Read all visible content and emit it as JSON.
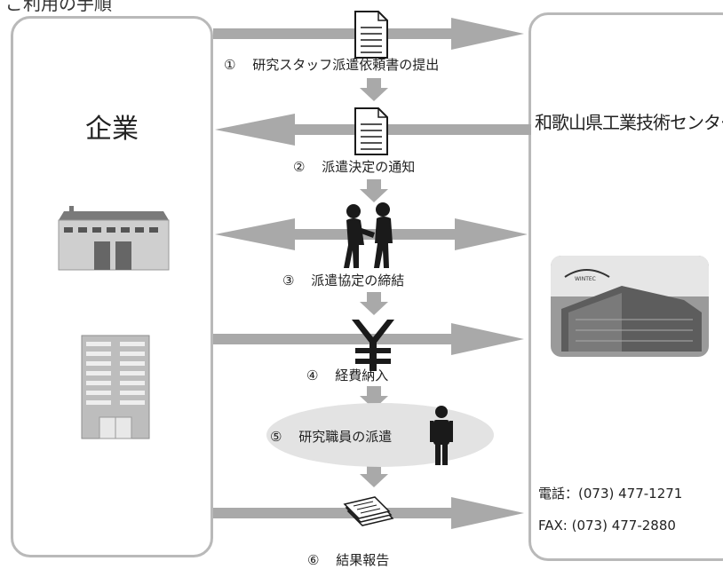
{
  "header": {
    "title_fragment": "ご利用の手順"
  },
  "company": {
    "label": "企業"
  },
  "center": {
    "name": "和歌山県工業技術センター",
    "photo_logo": "WINTEC",
    "phone": "電話：(073) 477-1271",
    "fax": "FAX: (073) 477-2880"
  },
  "steps": [
    {
      "num": "①",
      "label": "研究スタッフ派遣依頼書の提出"
    },
    {
      "num": "②",
      "label": "派遣決定の通知"
    },
    {
      "num": "③",
      "label": "派遣協定の締結"
    },
    {
      "num": "④",
      "label": "経費納入"
    },
    {
      "num": "⑤",
      "label": "研究職員の派遣"
    },
    {
      "num": "⑥",
      "label": "結果報告"
    }
  ],
  "colors": {
    "arrow": "#a9a9a9",
    "panel_border": "#b9b9b9",
    "bubble": "#e3e3e3",
    "icon_dark": "#1a1a1a"
  },
  "icons": [
    "document-icon",
    "handshake-icon",
    "yen-icon",
    "researcher-icon",
    "report-papers-icon",
    "factory-icon",
    "office-building-icon"
  ]
}
